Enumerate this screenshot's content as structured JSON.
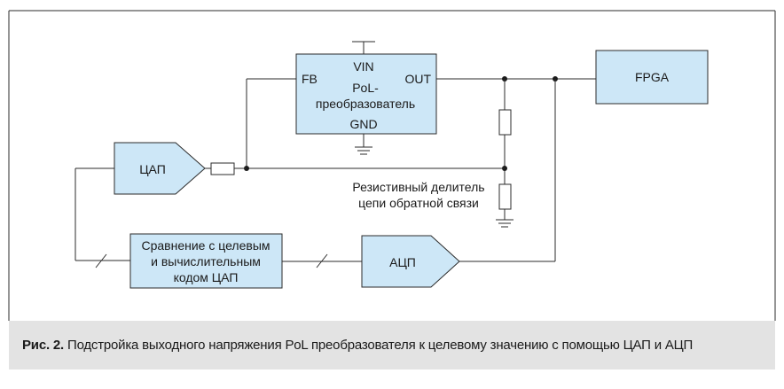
{
  "diagram": {
    "pol_block": {
      "vin": "VIN",
      "fb": "FB",
      "out": "OUT",
      "name_line1": "PoL-",
      "name_line2": "преобразователь",
      "gnd": "GND"
    },
    "fpga": "FPGA",
    "dac": "ЦАП",
    "adc": "АЦП",
    "compare_block": {
      "line1": "Сравнение с целевым",
      "line2": "и вычислительным",
      "line3": "кодом ЦАП"
    },
    "divider_label": {
      "line1": "Резистивный делитель",
      "line2": "цепи обратной связи"
    }
  },
  "caption": {
    "label": "Рис. 2.",
    "text": "Подстройка выходного напряжения PoL преобразователя к целевому значению с помощью ЦАП и АЦП"
  }
}
